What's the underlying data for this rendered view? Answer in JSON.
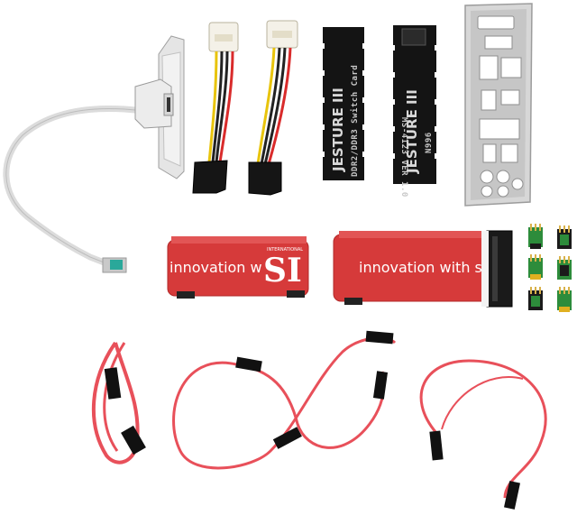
{
  "product_items": {
    "usb_bracket": {
      "label": ""
    },
    "molex_to_sata_left": {
      "label": ""
    },
    "molex_to_sata_right": {
      "label": ""
    },
    "switch_card_left": {
      "text_main": "DDR2/DDR3 Switch Card",
      "text_brand": "JESTURE III"
    },
    "switch_card_right": {
      "text_main": "MS-4123 VER 1.0",
      "text_brand": "JESTURE III",
      "text_side": "N996"
    },
    "io_shield": {
      "label": ""
    },
    "ribbon_left": {
      "text": "innovation w",
      "logo": "SI",
      "tiny": "INTERNATIONAL"
    },
    "ribbon_right": {
      "text": "innovation with st"
    }
  },
  "colors": {
    "pcb": "#141414",
    "ribbon_red": "#d63a3a",
    "sata_red": "#e8505a",
    "connector_black": "#1a1a1a",
    "bracket_silver": "#e2e2e2",
    "shield_silver": "#d0d0d0"
  }
}
